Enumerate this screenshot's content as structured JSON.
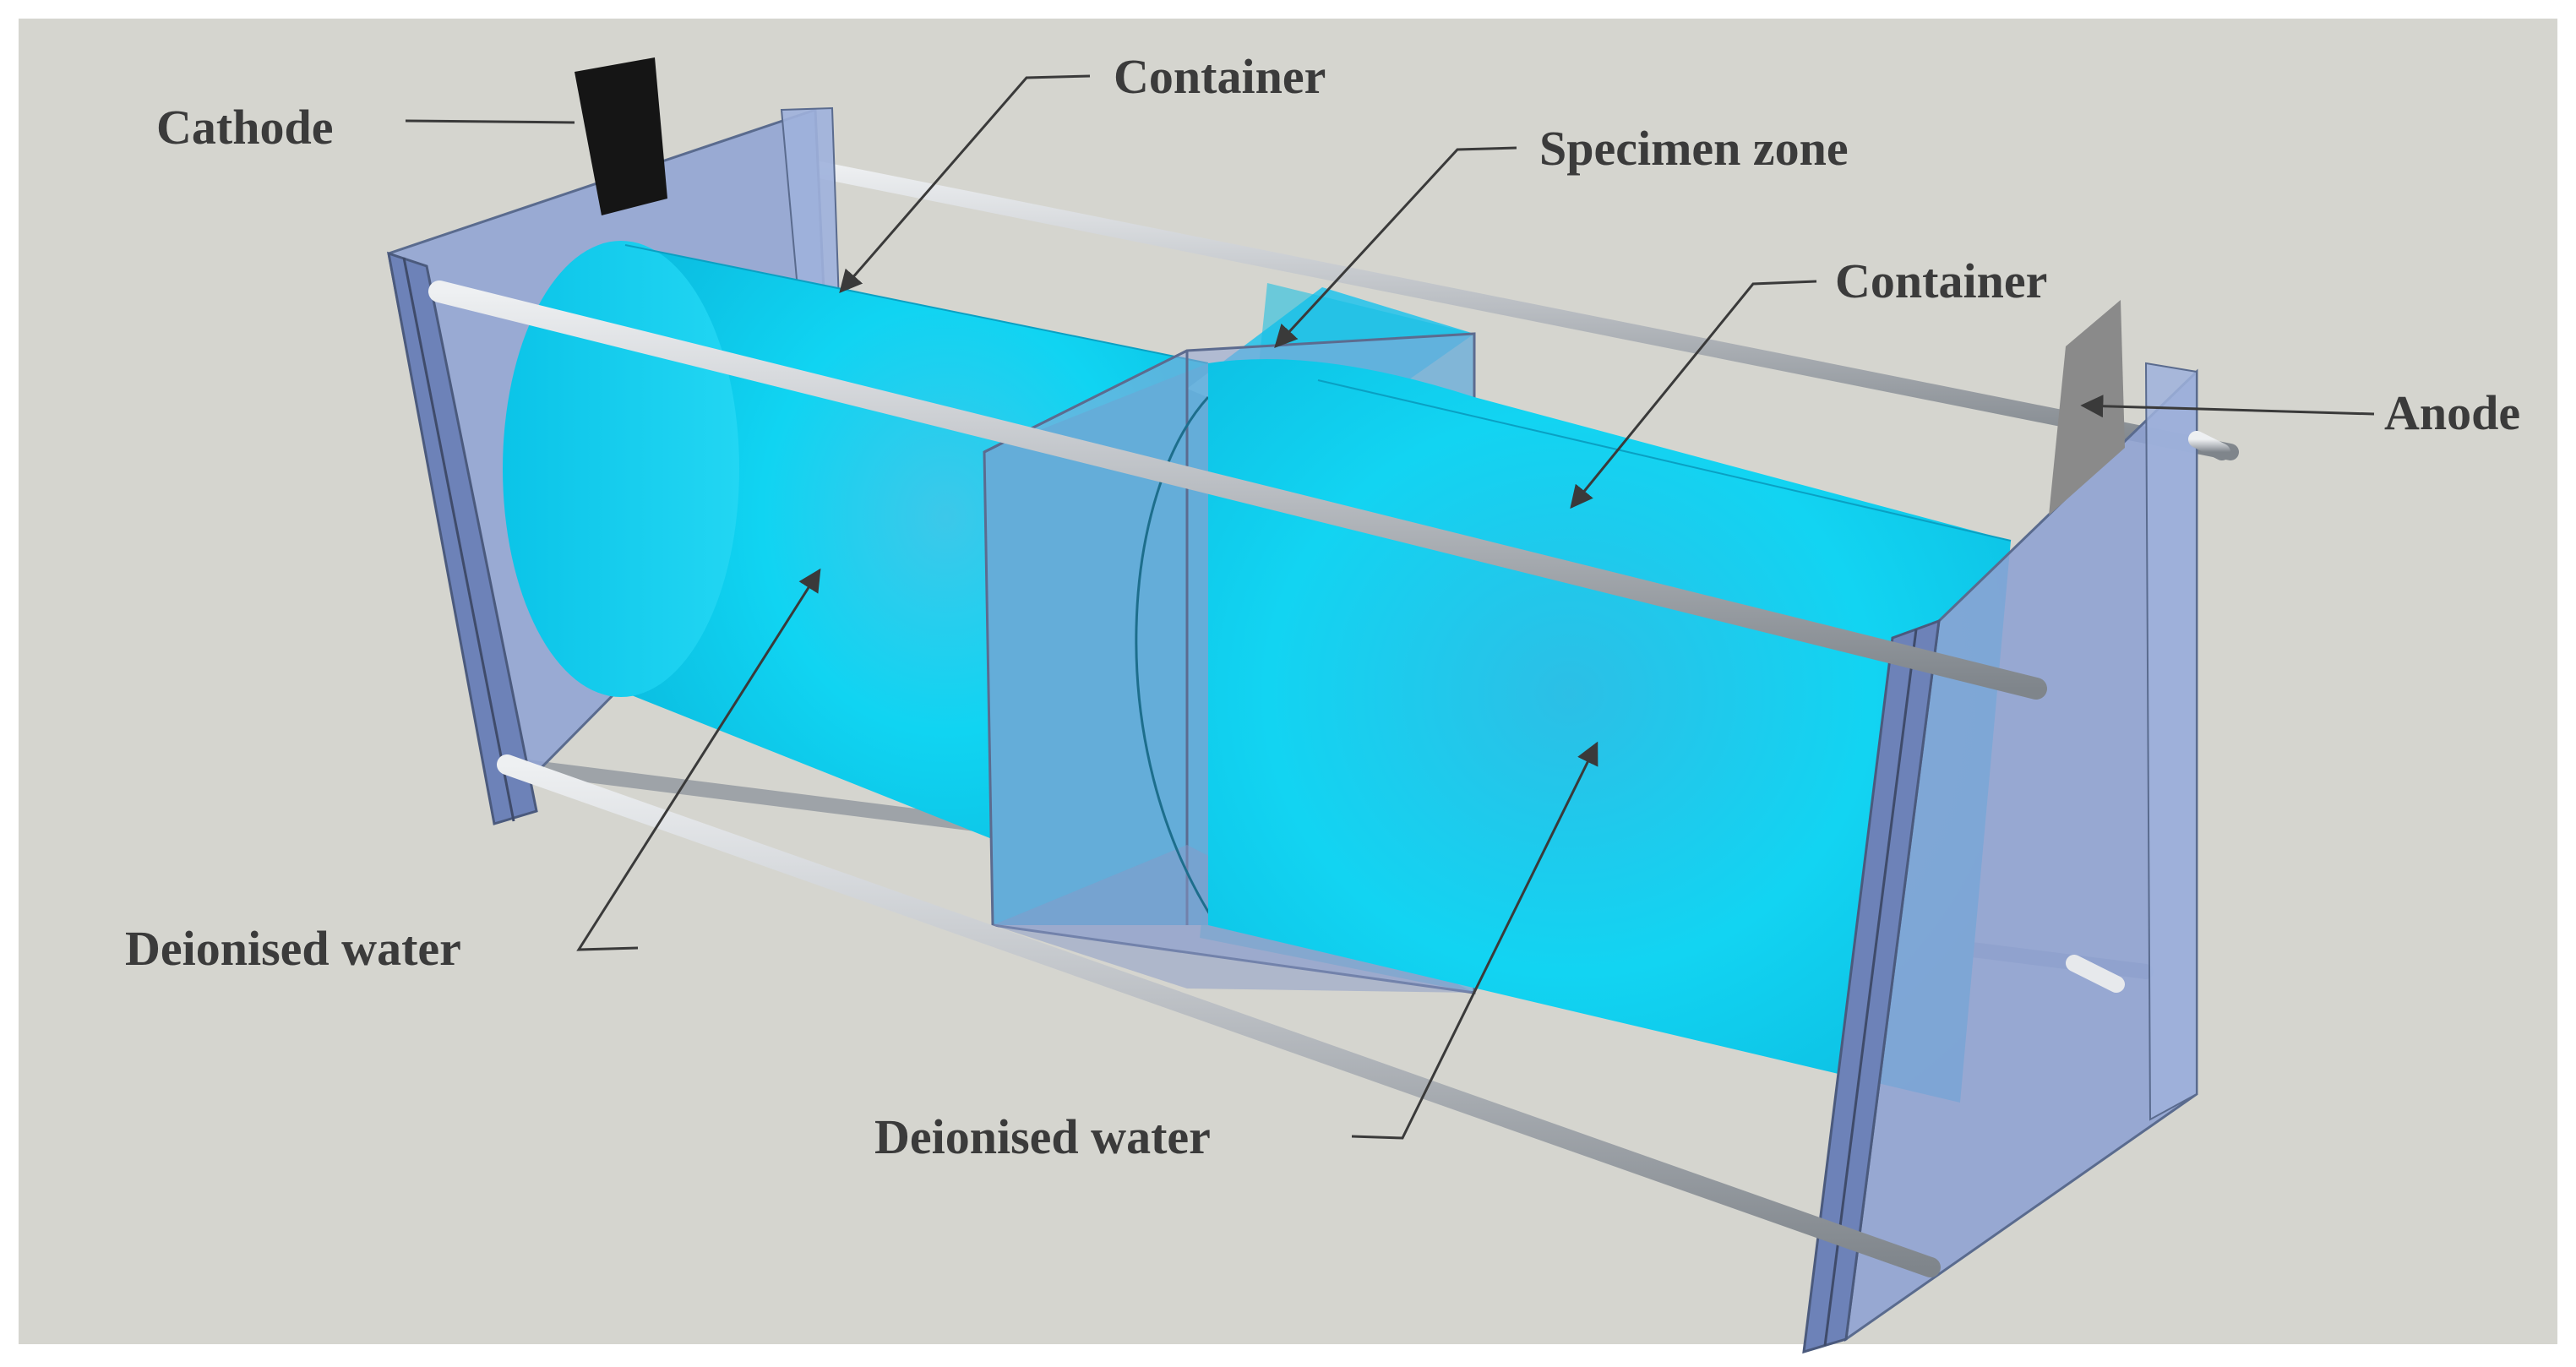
{
  "labels": {
    "cathode": "Cathode",
    "container_top": "Container",
    "specimen_zone": "Specimen zone",
    "container_right": "Container",
    "anode": "Anode",
    "water_left": "Deionised water",
    "water_right": "Deionised water"
  },
  "colors": {
    "background": "#d5d5cf",
    "water": "#12d3f1",
    "water_dark": "#0aa9cf",
    "plate": "#8ea2d3",
    "rod": "#c4c8cc",
    "label_text": "#3b3b3b",
    "electrode_dark": "#151515",
    "electrode_grey": "#8a8a8a"
  }
}
